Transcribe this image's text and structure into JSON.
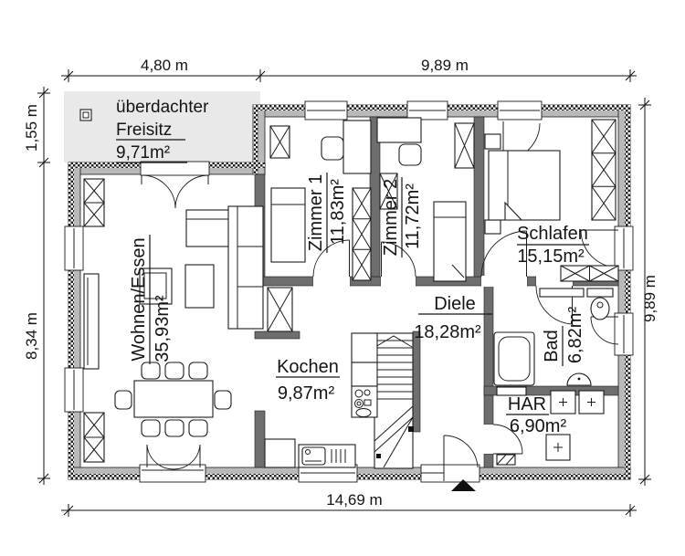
{
  "rooms": {
    "freisitz": {
      "prefix": "überdachter",
      "name": "Freisitz",
      "area": "9,71m²"
    },
    "wohnen_essen": {
      "name": "Wohnen/Essen",
      "area": "35,93m²"
    },
    "zimmer1": {
      "name": "Zimmer 1",
      "area": "11,83m²"
    },
    "zimmer2": {
      "name": "Zimmer 2",
      "area": "11,72m²"
    },
    "schlafen": {
      "name": "Schlafen",
      "area": "15,15m²"
    },
    "diele": {
      "name": "Diele",
      "area": "18,28m²"
    },
    "kochen": {
      "name": "Kochen",
      "area": "9,87m²"
    },
    "bad": {
      "name": "Bad",
      "area": "6,82m²"
    },
    "har": {
      "name": "HAR",
      "area": "6,90m²"
    }
  },
  "dims": {
    "top_left": "4,80 m",
    "top_right": "9,89 m",
    "left_upper": "1,55 m",
    "left_lower": "8,34 m",
    "right_side": "9,89 m",
    "bottom": "14,69 m"
  },
  "colors": {
    "exterior_wall": "#b9b9b9",
    "interior_wall": "#6e6e6e",
    "freisitz_slab": "#e9e9e9",
    "line": "#1c1c1c"
  }
}
